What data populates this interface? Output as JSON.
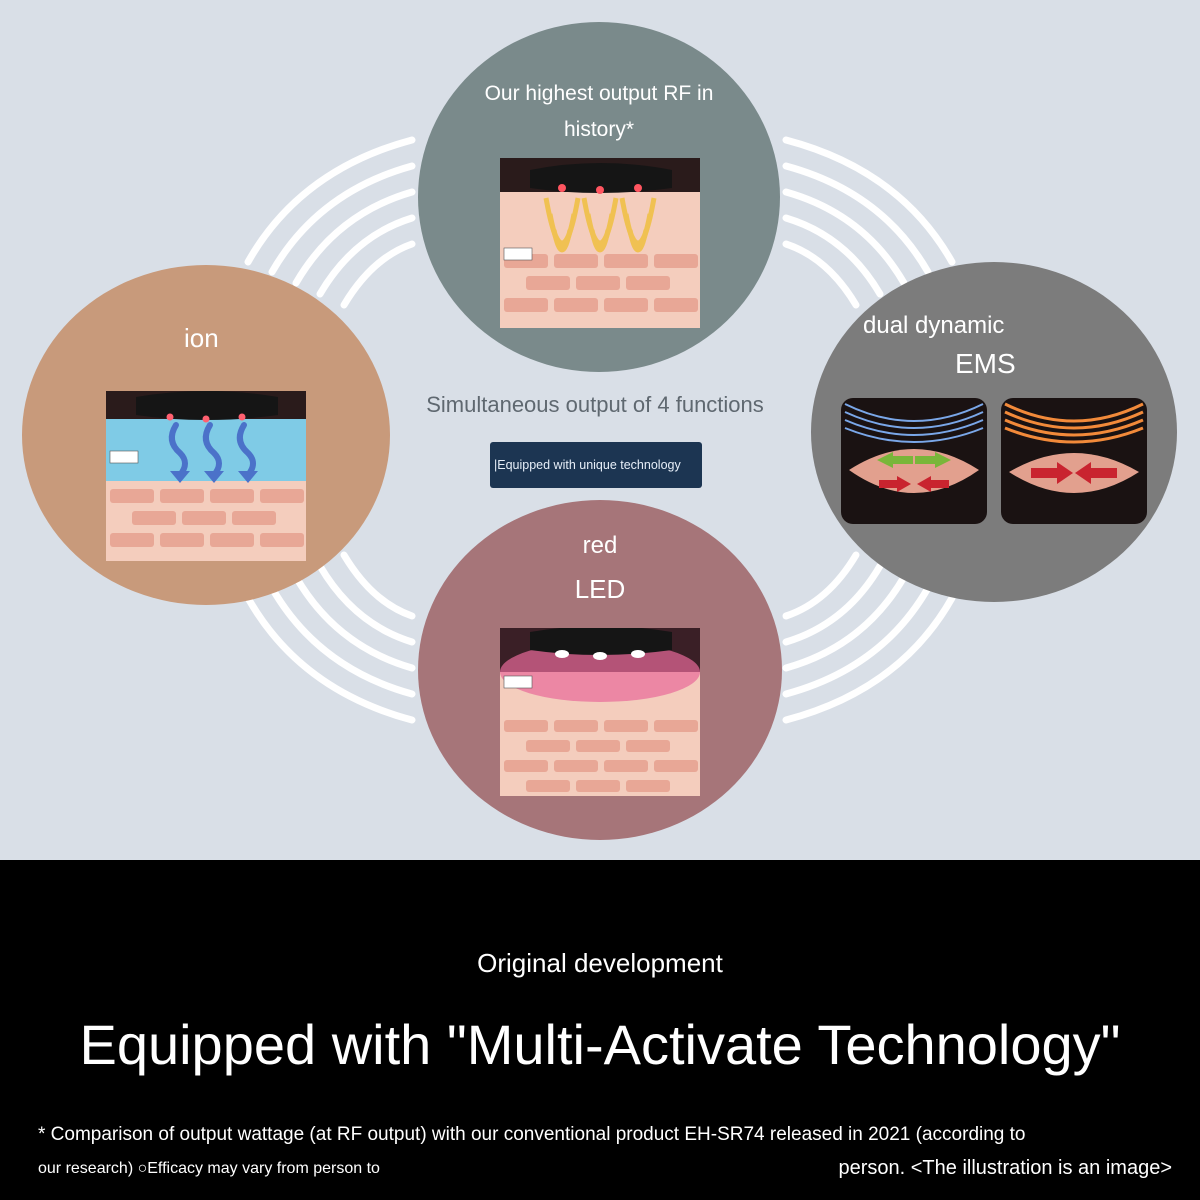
{
  "functions": {
    "rf": {
      "title": "Our highest output RF in history*"
    },
    "ion": {
      "title": "ion"
    },
    "ems": {
      "title_line1": "dual dynamic",
      "title_line2": "EMS"
    },
    "led": {
      "title_line1": "red",
      "title_line2": "LED"
    }
  },
  "center": {
    "text": "Simultaneous output of 4 functions",
    "badge": "|Equipped with unique technology"
  },
  "footer": {
    "subtitle": "Original development",
    "heading": "Equipped with \"Multi-Activate Technology\"",
    "note_line1": "* Comparison of output wattage (at RF output) with our conventional product EH-SR74 released in 2021 (according to",
    "note_line2": "our research) ○Efficacy may vary from person to",
    "note_line3": "person. <The illustration is an image>"
  },
  "colors": {
    "background": "#d9dfe7",
    "rf_circle": "#7a8a8b",
    "ion_circle": "#c89a7b",
    "ems_circle": "#7c7c7c",
    "led_circle": "#a67579",
    "badge": "#1c3552",
    "footer_bg": "#000000"
  },
  "icons": [
    "rf-wave-icon",
    "ion-arrow-icon",
    "ems-arrow-icon",
    "led-light-icon",
    "device-head-icon"
  ]
}
